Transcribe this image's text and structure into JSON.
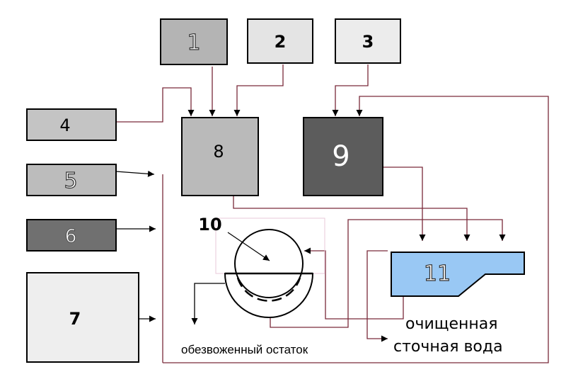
{
  "blocks": {
    "b1": {
      "label": "1",
      "fill": "#b4b4b4"
    },
    "b2": {
      "label": "2",
      "fill": "#e4e4e4"
    },
    "b3": {
      "label": "3",
      "fill": "#ececec"
    },
    "b4": {
      "label": "4",
      "fill": "#c4c4c4"
    },
    "b5": {
      "label": "5",
      "fill": "#bcbcbc"
    },
    "b6": {
      "label": "6",
      "fill": "#707070"
    },
    "b7": {
      "label": "7",
      "fill": "#eeeeee"
    },
    "b8": {
      "label": "8",
      "fill": "#bababa"
    },
    "b9": {
      "label": "9",
      "fill": "#5c5c5c"
    },
    "b10": {
      "label": "10"
    },
    "b11": {
      "label": "11",
      "fill": "#99c8f4"
    }
  },
  "captions": {
    "clean_water_line1": "очищенная",
    "clean_water_line2": "сточная вода",
    "residue": "обезвоженный остаток"
  }
}
